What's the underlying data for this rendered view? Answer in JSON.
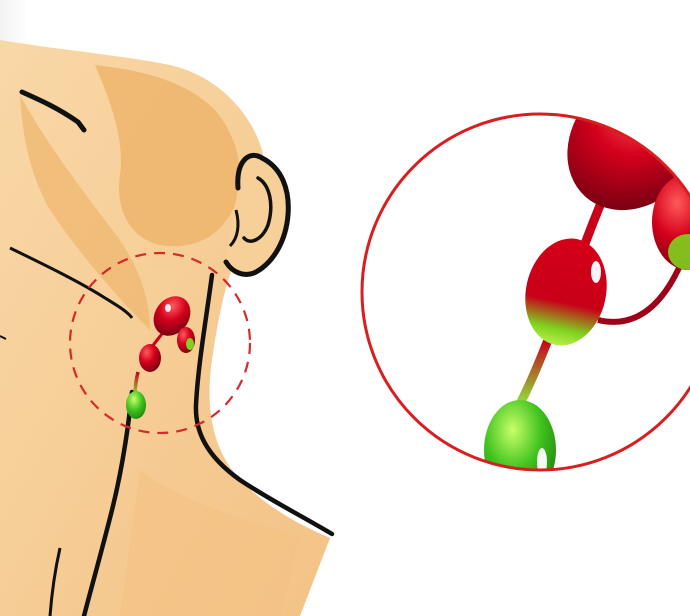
{
  "illustration": {
    "subject": "",
    "colors": {
      "skin": "#f7cf98",
      "skin_shadow": "#eeb56c",
      "outline": "#111111",
      "callout_circle": "#d81e1e",
      "callout_dashed": "#d42a2a",
      "node_red": "#c8001a",
      "node_red_dark": "#7a0010",
      "node_green": "#3fbf1f",
      "node_green_light": "#a8ee55",
      "background": "#ffffff"
    },
    "icons": [
      "head-neck-outline",
      "ear-outline",
      "lymph-node-cluster",
      "magnified-callout"
    ]
  }
}
